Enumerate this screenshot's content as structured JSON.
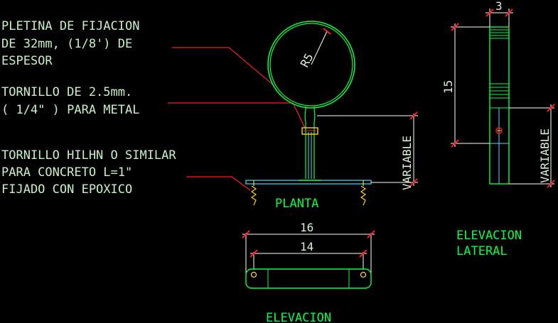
{
  "colors": {
    "background": "#000000",
    "text": "#c8f0c8",
    "title_text": "#00ff40",
    "dimension": "#ffffff",
    "leader": "#ff1a1a",
    "drawing": "#00ff40",
    "cyan": "#40e0ff",
    "yellow": "#ffd21a"
  },
  "notes": {
    "pletina": [
      "PLETINA DE FIJACION",
      "DE 32mm,  (1/8')  DE",
      "ESPESOR"
    ],
    "tornillo_metal": [
      "TORNILLO DE 2.5mm.",
      "( 1/4\" ) PARA METAL"
    ],
    "tornillo_concreto": [
      "TORNILLO HILHN O SIMILAR",
      "PARA CONCRETO L=1\"",
      "FIJADO CON EPOXICO"
    ]
  },
  "titles": {
    "planta": "PLANTA",
    "elevacion": "ELEVACION",
    "elevacion_lateral": [
      "ELEVACION",
      "LATERAL"
    ]
  },
  "dimensions": {
    "radius": "R5",
    "variable_plan": "VARIABLE",
    "variable_side": "VARIABLE",
    "height_side": "15",
    "width_side": "3",
    "overall_length": "16",
    "hole_spacing": "14"
  }
}
